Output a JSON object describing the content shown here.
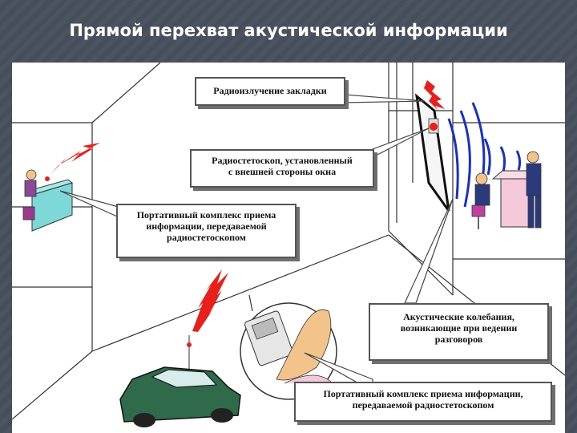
{
  "slide": {
    "title": "Прямой перехват акустической информации"
  },
  "callouts": {
    "radio_emission": "Радиоизлучение закладки",
    "stethoscope_line1": "Радиостетоскоп, установленный",
    "stethoscope_line2": "с внешней стороны окна",
    "portable_top_line1": "Портативный комплекс приема",
    "portable_top_line2": "информации, передаваемой",
    "portable_top_line3": "радиостетоскопом",
    "acoustic_line1": "Акустические колебания,",
    "acoustic_line2": "возникающие при ведении",
    "acoustic_line3": "разговоров",
    "portable_bottom_line1": "Портативный комплекс приема информации,",
    "portable_bottom_line2": "передаваемой радиостетоскопом"
  },
  "colors": {
    "background": "#4a5260",
    "panel": "#ffffff",
    "car": "#2f6a4a",
    "desk": "#7fd8d8",
    "signal": "#e8201c",
    "waves": "#1a2fc8",
    "chair": "#c040a0",
    "table": "#f4c8d8"
  }
}
